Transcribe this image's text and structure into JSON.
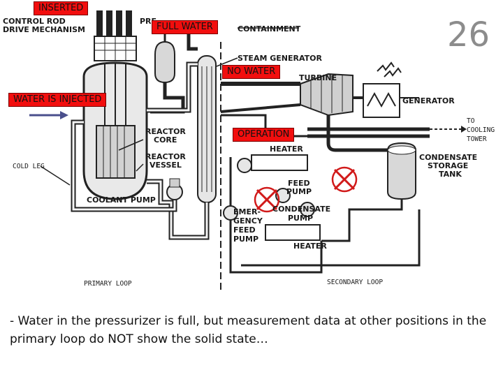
{
  "slide_number": "26",
  "callouts": {
    "inserted": "INSERTED",
    "full_water": "FULL WATER",
    "no_water": "NO WATER",
    "water_injected": "WATER IS INJECTED",
    "operation": "OPERATION"
  },
  "diagram_labels": {
    "control_rod_1": "CONTROL ROD",
    "control_rod_2": "DRIVE MECHANISM",
    "pressurizer_partial": "PRE",
    "containment": "CONTAINMENT",
    "steam_generator": "STEAM GENERATOR",
    "turbine": "TURBINE",
    "generator": "GENERATOR",
    "to_cooling_1": "TO",
    "to_cooling_2": "COOLING",
    "to_cooling_3": "TOWER",
    "reactor_core_1": "REACTOR",
    "reactor_core_2": "CORE",
    "reactor_vessel_1": "REACTOR",
    "reactor_vessel_2": "VESSEL",
    "heater_top": "HEATER",
    "condensate_storage_1": "CONDENSATE",
    "condensate_storage_2": "STORAGE",
    "condensate_storage_3": "TANK",
    "cold_leg": "COLD LEG",
    "feed_pump_1": "FEED",
    "feed_pump_2": "PUMP",
    "coolant_pump": "COOLANT PUMP",
    "emergency_1": "EMER-",
    "emergency_2": "GENCY",
    "emergency_3": "FEED",
    "emergency_4": "PUMP",
    "condensate_pump_1": "CONDENSATE",
    "condensate_pump_2": "PUMP",
    "heater_bottom": "HEATER",
    "primary_loop": "PRIMARY LOOP",
    "secondary_loop": "SECONDARY LOOP"
  },
  "caption": "-   Water in the pressurizer is full, but measurement data at other positions in the primary loop do NOT show the solid state…",
  "colors": {
    "callout_fill": "#f20e0e",
    "marker_red": "#d11a1a",
    "arrow_blue": "#4a4f8c",
    "slide_number": "#8c8c8c"
  }
}
